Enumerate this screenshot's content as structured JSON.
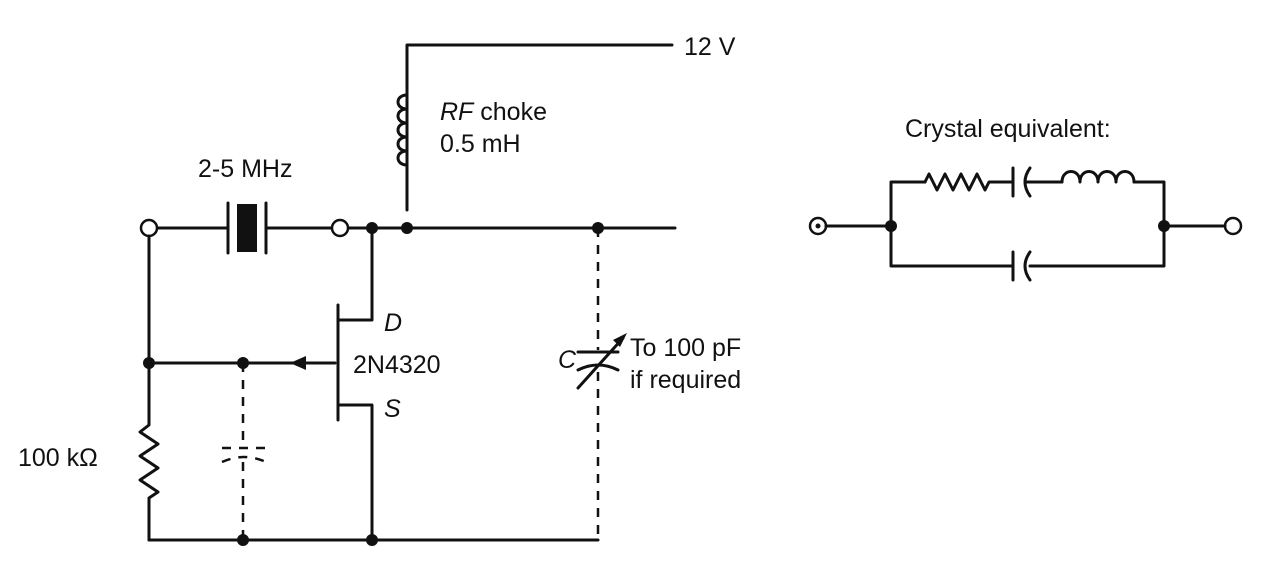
{
  "supply": {
    "voltage": "12 V"
  },
  "choke": {
    "name_italic": "RF",
    "name_rest": " choke",
    "value": "0.5 mH"
  },
  "crystal": {
    "frequency": "2-5 MHz"
  },
  "transistor": {
    "part": "2N4320",
    "drain": "D",
    "source": "S"
  },
  "resistor": {
    "value": "100 kΩ"
  },
  "variable_cap": {
    "symbol": "C",
    "note_line1": "To 100 pF",
    "note_line2": "if required"
  },
  "crystal_equivalent": {
    "title": "Crystal equivalent:"
  }
}
